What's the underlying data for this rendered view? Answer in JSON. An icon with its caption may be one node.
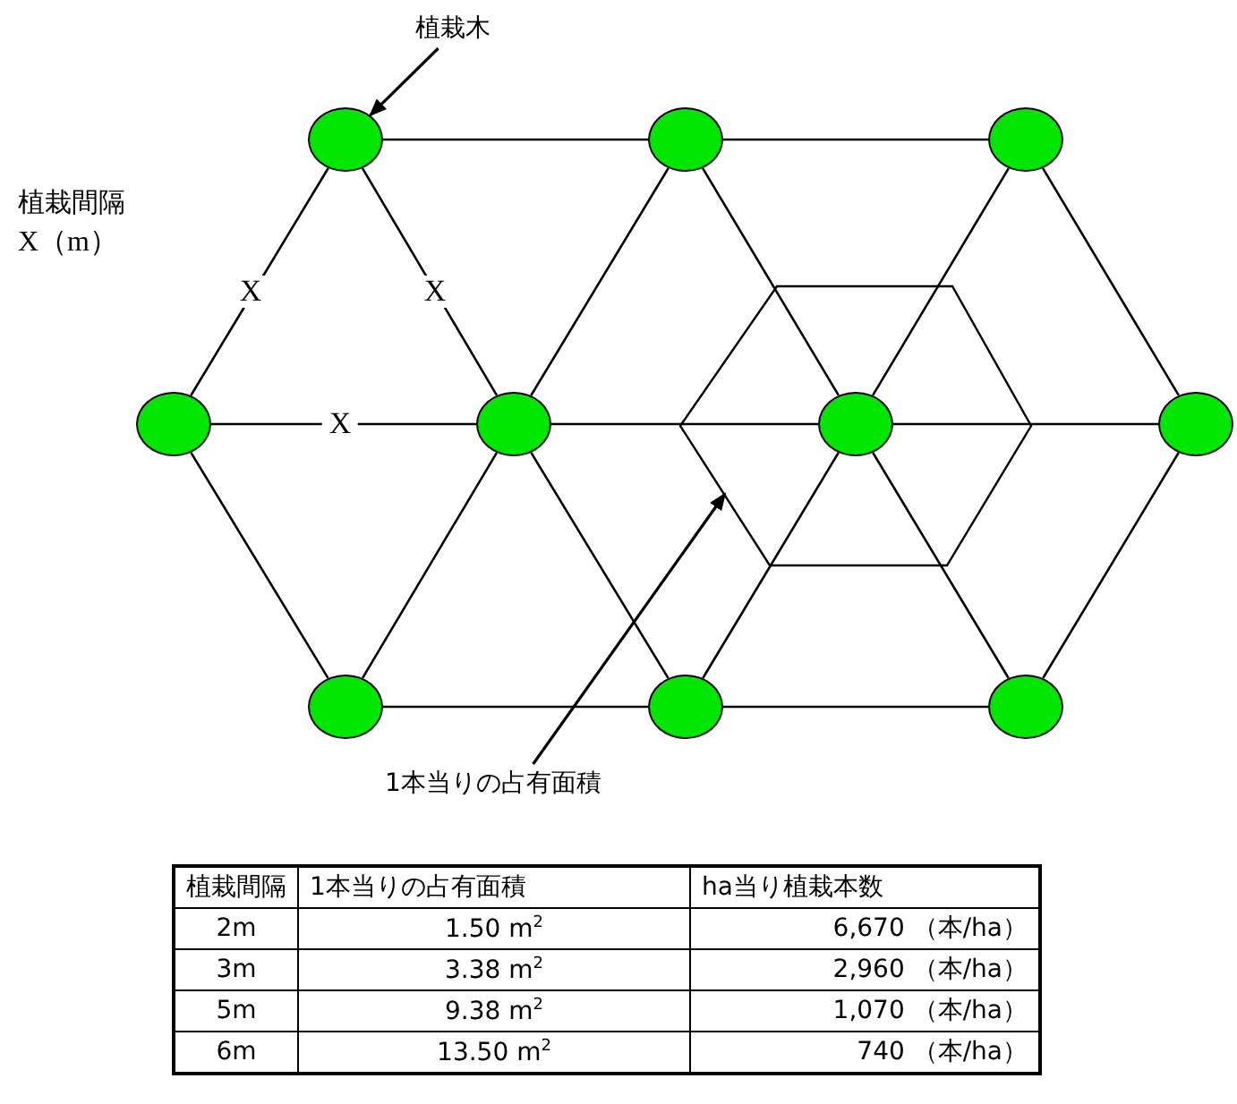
{
  "diagram": {
    "nodes": [
      {
        "text": [
          "植栽木"
        ]
      },
      {
        "text": [],
        "shape": "circle"
      },
      {
        "text": [],
        "shape": "circle"
      },
      {
        "text": [],
        "shape": "circle"
      },
      {
        "text": [],
        "shape": "circle"
      },
      {
        "text": [],
        "shape": "circle"
      },
      {
        "text": [],
        "shape": "circle"
      },
      {
        "text": [],
        "shape": "circle"
      },
      {
        "text": [],
        "shape": "circle"
      },
      {
        "text": [],
        "shape": "circle"
      },
      {
        "text": [],
        "shape": "circle"
      },
      {
        "text": [
          "1本当りの占有面積"
        ]
      }
    ],
    "edges": [
      {
        "from": 0,
        "to": 1,
        "arrow": "to"
      },
      {
        "from": 1,
        "to": 2,
        "arrow": "none"
      },
      {
        "from": 2,
        "to": 3,
        "arrow": "none"
      },
      {
        "from": 1,
        "to": 4,
        "arrow": "none",
        "label": "X"
      },
      {
        "from": 1,
        "to": 5,
        "arrow": "none",
        "label": "X"
      },
      {
        "from": 2,
        "to": 5,
        "arrow": "none"
      },
      {
        "from": 2,
        "to": 6,
        "arrow": "none"
      },
      {
        "from": 3,
        "to": 6,
        "arrow": "none"
      },
      {
        "from": 3,
        "to": 7,
        "arrow": "none"
      },
      {
        "from": 4,
        "to": 5,
        "arrow": "none",
        "label": "X"
      },
      {
        "from": 5,
        "to": 6,
        "arrow": "none"
      },
      {
        "from": 6,
        "to": 7,
        "arrow": "none"
      },
      {
        "from": 4,
        "to": 8,
        "arrow": "none"
      },
      {
        "from": 5,
        "to": 8,
        "arrow": "none"
      },
      {
        "from": 5,
        "to": 9,
        "arrow": "none"
      },
      {
        "from": 6,
        "to": 9,
        "arrow": "none"
      },
      {
        "from": 6,
        "to": 10,
        "arrow": "none"
      },
      {
        "from": 7,
        "to": 10,
        "arrow": "none"
      },
      {
        "from": 8,
        "to": 9,
        "arrow": "none"
      },
      {
        "from": 9,
        "to": 10,
        "arrow": "none"
      },
      {
        "from": 11,
        "to": null,
        "arrow": "to"
      }
    ],
    "labels": [
      "植栽間隔",
      "X（m）",
      "植栽間隔",
      "1本当りの占有面積",
      "ha当り植栽本数",
      "2m",
      "1.50 m$^{2}$",
      "6,670 （本/ha）",
      "3m",
      "3.38 m$^{2}$",
      "2,960 （本/ha）",
      "5m",
      "9.38 m$^{2}$",
      "1,070 （本/ha）",
      "6m",
      "13.50 m$^{2}$",
      "740 （本/ha）"
    ]
  }
}
